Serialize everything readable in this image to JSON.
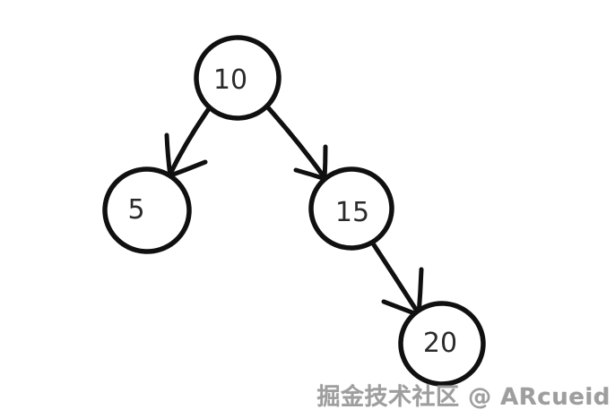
{
  "page": {
    "background": "#ffffff"
  },
  "diagram": {
    "type": "binary-search-tree",
    "style": "hand-drawn",
    "stroke_color": "#101010",
    "label_color": "#2b2b2b",
    "nodes": [
      {
        "id": "root",
        "label": "10"
      },
      {
        "id": "left-child",
        "label": "5"
      },
      {
        "id": "right-child",
        "label": "15"
      },
      {
        "id": "right-right",
        "label": "20"
      }
    ],
    "edges": [
      {
        "from": "10",
        "to": "5"
      },
      {
        "from": "10",
        "to": "15"
      },
      {
        "from": "15",
        "to": "20"
      }
    ]
  },
  "watermark": {
    "text": "掘金技术社区 @ ARcueid",
    "color": "#9e9e9e"
  }
}
